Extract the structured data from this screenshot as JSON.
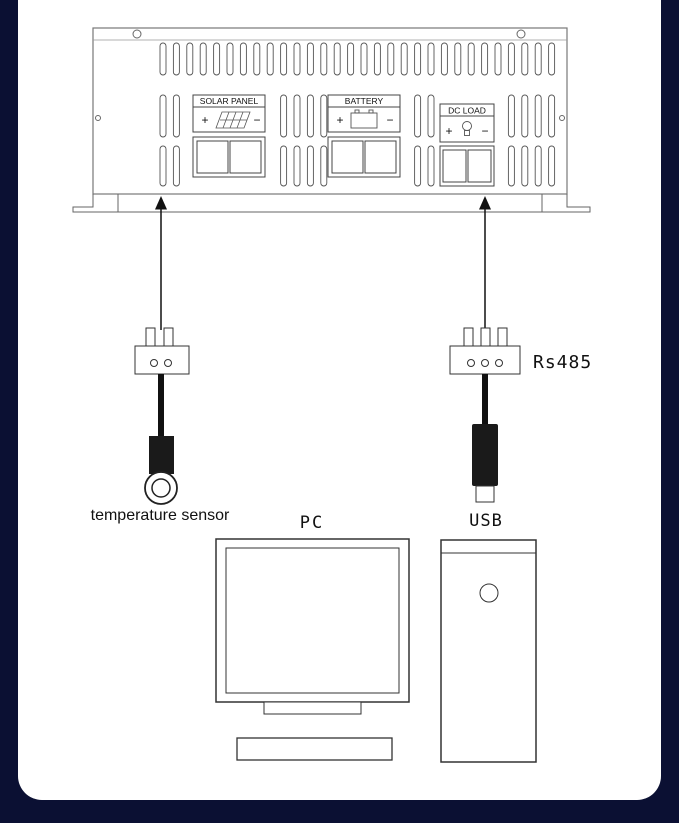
{
  "controller": {
    "solar_label": "SOLAR PANEL",
    "battery_label": "BATTERY",
    "dcload_label": "DC LOAD",
    "plus": "+",
    "minus": "−"
  },
  "connectors": {
    "rs485_label": "Rs485",
    "temp_label": "temperature sensor",
    "usb_label": "USB"
  },
  "pc": {
    "label": "PC"
  },
  "colors": {
    "background": "#0b1033",
    "card": "#ffffff",
    "ink": "#111111"
  }
}
